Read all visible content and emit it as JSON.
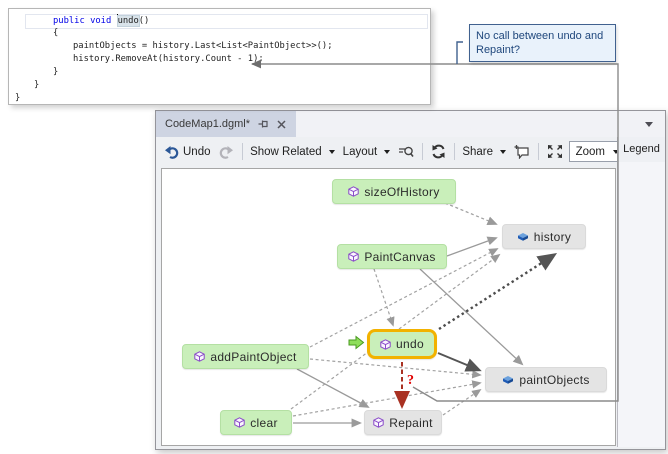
{
  "code_editor": {
    "line1_keyword": "public void",
    "line1_method": "undo",
    "line1_suffix": "()",
    "line2": "{",
    "line3": "paintObjects = history.Last<List<PaintObject>>();",
    "line4": "history.RemoveAt(history.Count - 1);",
    "line5": "}",
    "line6": "}",
    "line7": "}"
  },
  "annotation": {
    "tooltip_text": "No call between undo and Repaint?",
    "question_mark": "?"
  },
  "codemap": {
    "tab_title": "CodeMap1.dgml*",
    "toolbar": {
      "undo": "Undo",
      "show_related": "Show Related",
      "layout": "Layout",
      "share": "Share",
      "zoom": "Zoom",
      "legend": "Legend"
    },
    "nodes": {
      "sizeOfHistory": {
        "label": "sizeOfHistory",
        "kind": "method"
      },
      "history": {
        "label": "history",
        "kind": "field"
      },
      "PaintCanvas": {
        "label": "PaintCanvas",
        "kind": "method"
      },
      "undo": {
        "label": "undo",
        "kind": "method",
        "selected": true
      },
      "addPaintObject": {
        "label": "addPaintObject",
        "kind": "method"
      },
      "paintObjects": {
        "label": "paintObjects",
        "kind": "field"
      },
      "clear": {
        "label": "clear",
        "kind": "method"
      },
      "Repaint": {
        "label": "Repaint",
        "kind": "method"
      }
    },
    "colors": {
      "method_node_bg": "#c9efba",
      "field_node_bg": "#e4e4e4",
      "selection_border": "#f2b200",
      "missing_link_red": "#a93122",
      "question_mark_red": "#e00000",
      "keyword_blue": "#0000e8"
    }
  }
}
